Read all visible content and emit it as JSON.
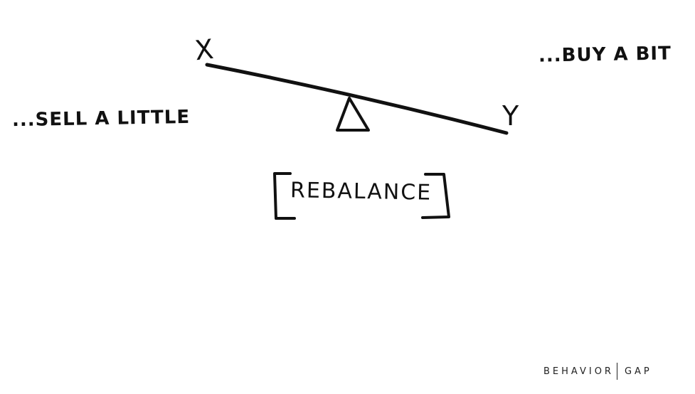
{
  "labels": {
    "left_end": "X",
    "right_end": "Y",
    "left_action": "...SELL A LITTLE",
    "right_action": "...BUY A BIT",
    "center": "REBALANCE"
  },
  "brand": {
    "left": "BEHAVIOR",
    "right": "GAP"
  },
  "colors": {
    "ink": "#111111",
    "background": "#ffffff"
  }
}
